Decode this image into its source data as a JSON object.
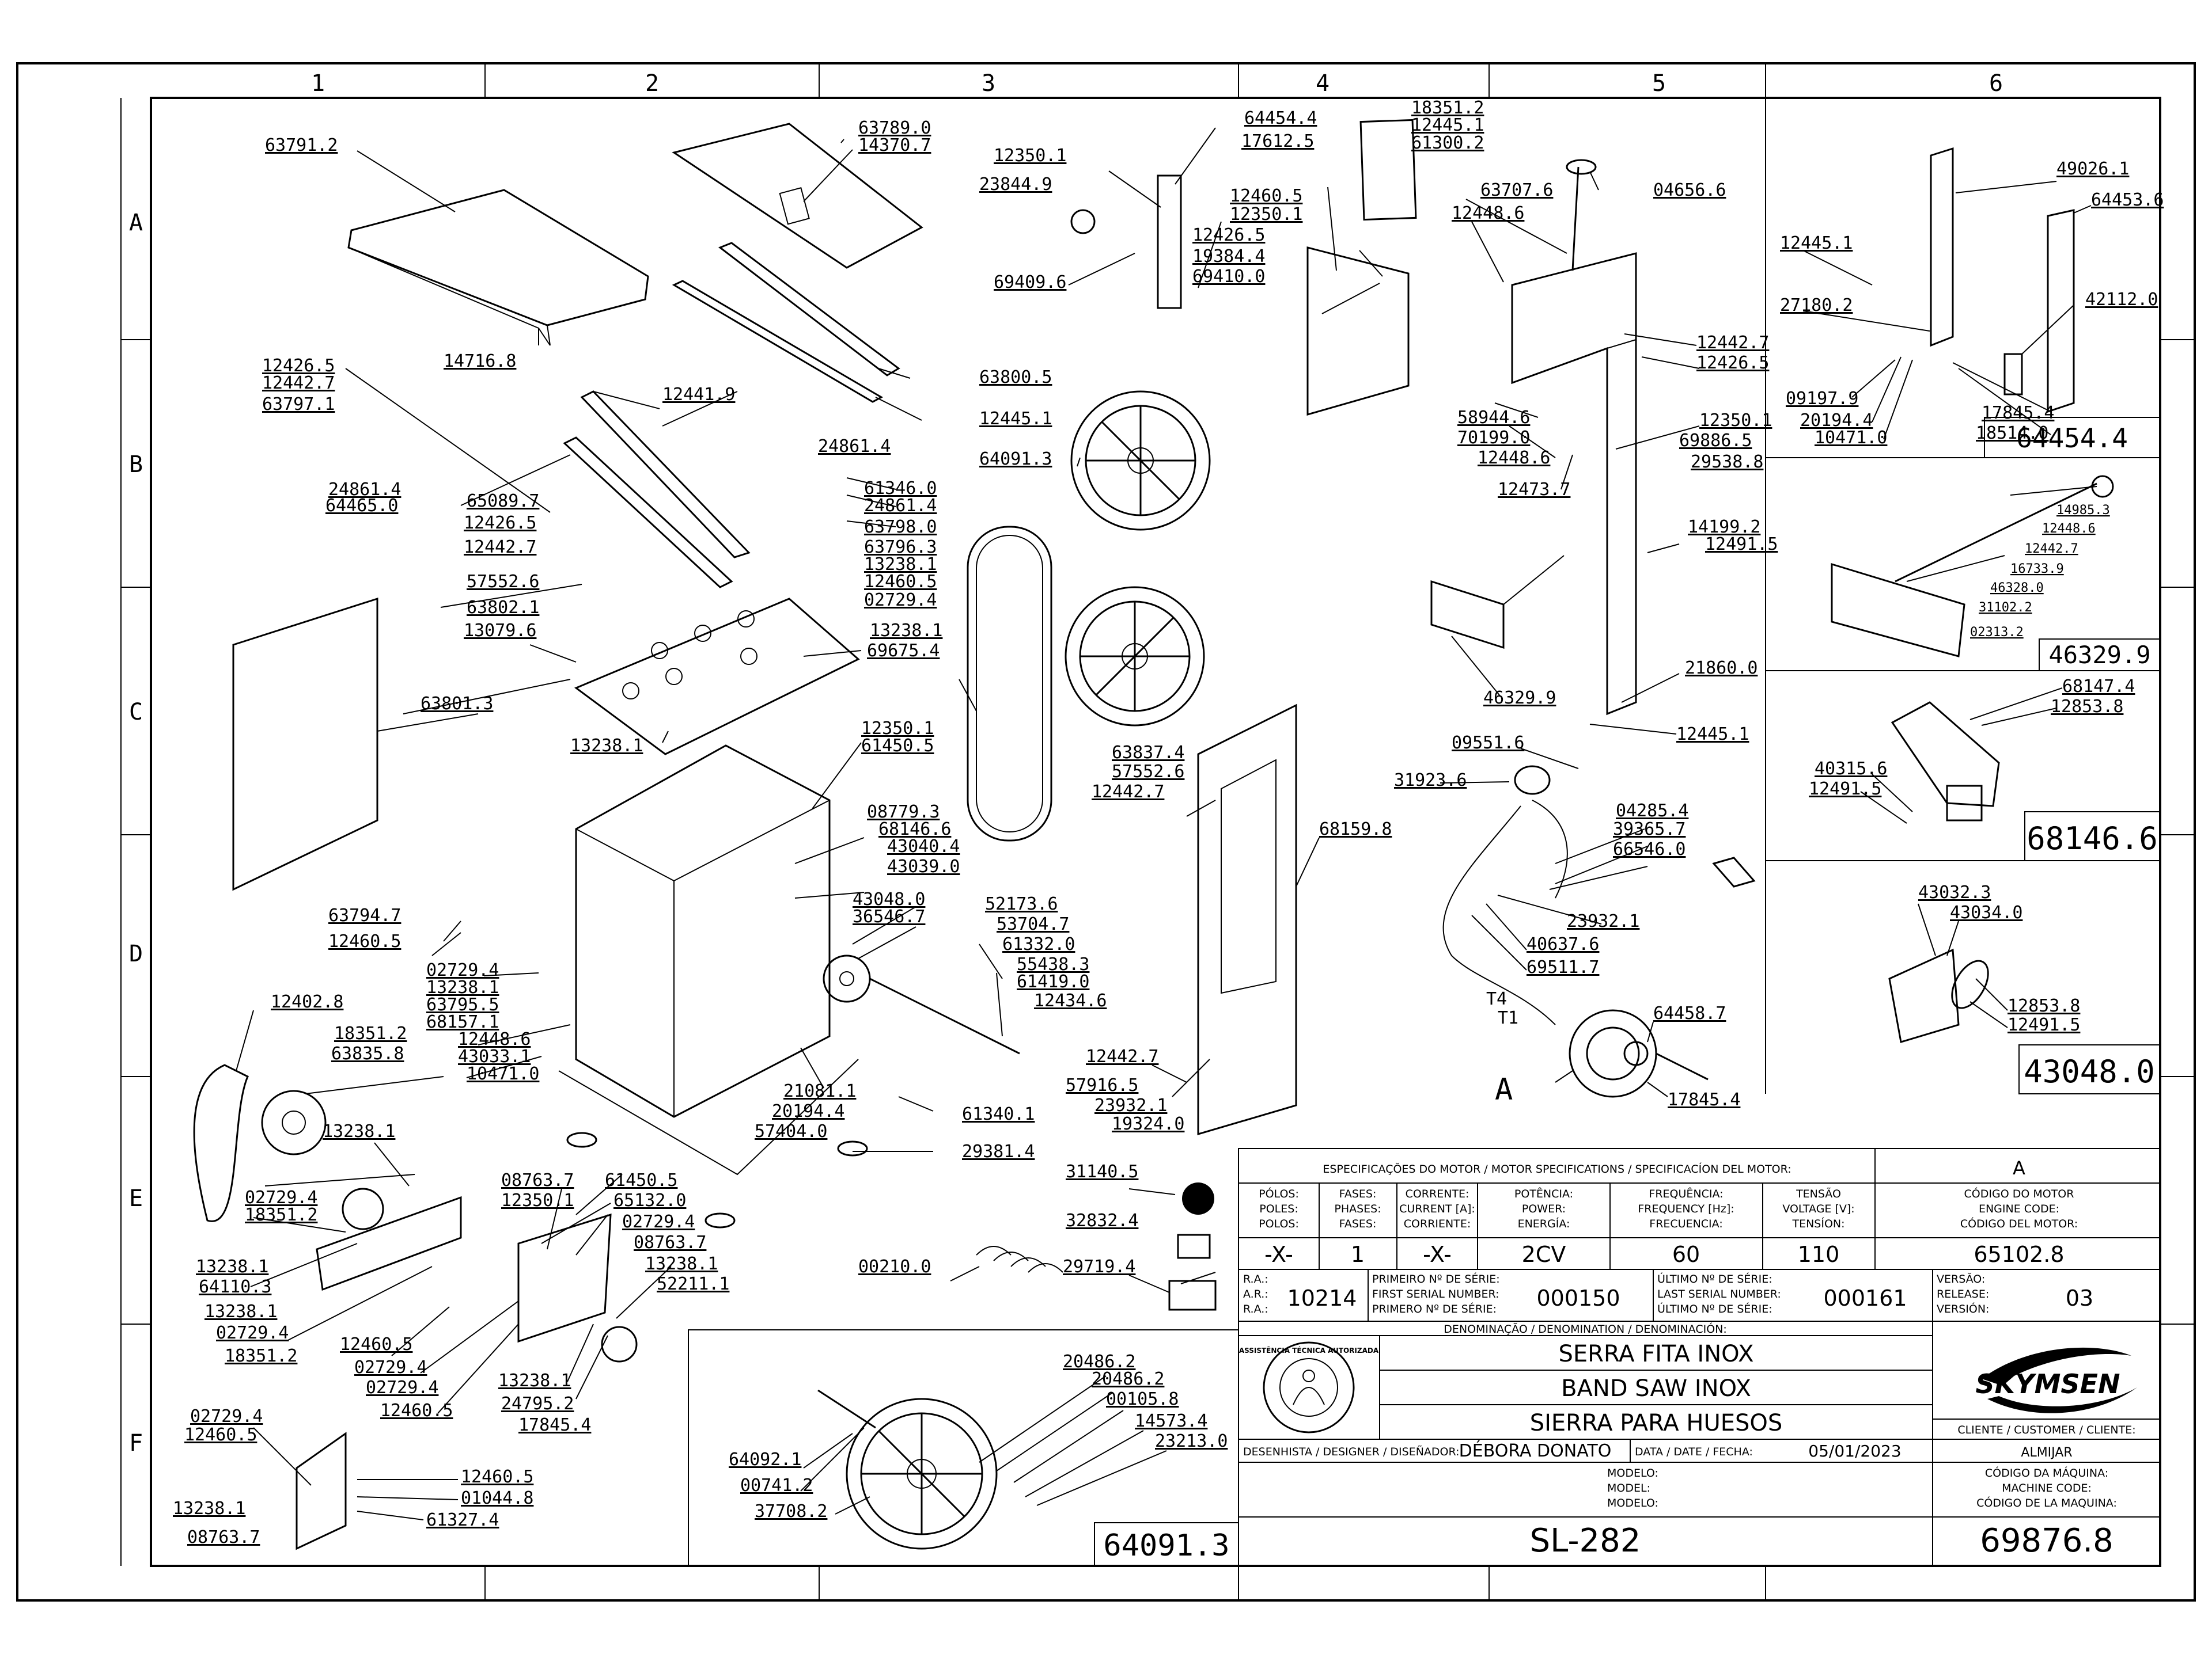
{
  "grid": {
    "columns": [
      "1",
      "2",
      "3",
      "4",
      "5",
      "6"
    ],
    "rows": [
      "A",
      "B",
      "C",
      "D",
      "E",
      "F"
    ]
  },
  "labels": [
    {
      "t": "63791.2"
    },
    {
      "t": "63789.0"
    },
    {
      "t": "14370.7"
    },
    {
      "t": "12426.5"
    },
    {
      "t": "12442.7"
    },
    {
      "t": "63797.1"
    },
    {
      "t": "14716.8"
    },
    {
      "t": "12441.9"
    },
    {
      "t": "63800.5"
    },
    {
      "t": "12445.1"
    },
    {
      "t": "24861.4"
    },
    {
      "t": "24861.4"
    },
    {
      "t": "64465.0"
    },
    {
      "t": "61346.0"
    },
    {
      "t": "24861.4"
    },
    {
      "t": "63798.0"
    },
    {
      "t": "65089.7"
    },
    {
      "t": "12426.5"
    },
    {
      "t": "12442.7"
    },
    {
      "t": "63796.3"
    },
    {
      "t": "13238.1"
    },
    {
      "t": "57552.6"
    },
    {
      "t": "12460.5"
    },
    {
      "t": "63802.1"
    },
    {
      "t": "02729.4"
    },
    {
      "t": "13079.6"
    },
    {
      "t": "13238.1"
    },
    {
      "t": "69675.4"
    },
    {
      "t": "63801.3"
    },
    {
      "t": "13238.1"
    },
    {
      "t": "12350.1"
    },
    {
      "t": "61450.5"
    },
    {
      "t": "08779.3"
    },
    {
      "t": "68146.6"
    },
    {
      "t": "43040.4"
    },
    {
      "t": "43039.0"
    },
    {
      "t": "63794.7"
    },
    {
      "t": "12460.5"
    },
    {
      "t": "43048.0"
    },
    {
      "t": "36546.7"
    },
    {
      "t": "52173.6"
    },
    {
      "t": "53704.7"
    },
    {
      "t": "61332.0"
    },
    {
      "t": "55438.3"
    },
    {
      "t": "61419.0"
    },
    {
      "t": "12434.6"
    },
    {
      "t": "02729.4"
    },
    {
      "t": "13238.1"
    },
    {
      "t": "63795.5"
    },
    {
      "t": "68157.1"
    },
    {
      "t": "12448.6"
    },
    {
      "t": "43033.1"
    },
    {
      "t": "10471.0"
    },
    {
      "t": "12402.8"
    },
    {
      "t": "18351.2"
    },
    {
      "t": "63835.8"
    },
    {
      "t": "21081.1"
    },
    {
      "t": "20194.4"
    },
    {
      "t": "57404.0"
    },
    {
      "t": "61340.1"
    },
    {
      "t": "29381.4"
    },
    {
      "t": "13238.1"
    },
    {
      "t": "02729.4"
    },
    {
      "t": "18351.2"
    },
    {
      "t": "08763.7"
    },
    {
      "t": "12350.1"
    },
    {
      "t": "61450.5"
    },
    {
      "t": "65132.0"
    },
    {
      "t": "02729.4"
    },
    {
      "t": "08763.7"
    },
    {
      "t": "13238.1"
    },
    {
      "t": "52211.1"
    },
    {
      "t": "13238.1"
    },
    {
      "t": "64110.3"
    },
    {
      "t": "13238.1"
    },
    {
      "t": "02729.4"
    },
    {
      "t": "12460.5"
    },
    {
      "t": "18351.2"
    },
    {
      "t": "02729.4"
    },
    {
      "t": "02729.4"
    },
    {
      "t": "12460.5"
    },
    {
      "t": "13238.1"
    },
    {
      "t": "24795.2"
    },
    {
      "t": "17845.4"
    },
    {
      "t": "02729.4"
    },
    {
      "t": "12460.5"
    },
    {
      "t": "12460.5"
    },
    {
      "t": "01044.8"
    },
    {
      "t": "13238.1"
    },
    {
      "t": "61327.4"
    },
    {
      "t": "08763.7"
    },
    {
      "t": "12350.1"
    },
    {
      "t": "23844.9"
    },
    {
      "t": "69409.6"
    },
    {
      "t": "64454.4"
    },
    {
      "t": "17612.5"
    },
    {
      "t": "18351.2"
    },
    {
      "t": "12445.1"
    },
    {
      "t": "61300.2"
    },
    {
      "t": "12460.5"
    },
    {
      "t": "12350.1"
    },
    {
      "t": "12426.5"
    },
    {
      "t": "19384.4"
    },
    {
      "t": "69410.0"
    },
    {
      "t": "64091.3"
    },
    {
      "t": "63837.4"
    },
    {
      "t": "57552.6"
    },
    {
      "t": "12442.7"
    },
    {
      "t": "68159.8"
    },
    {
      "t": "12442.7"
    },
    {
      "t": "57916.5"
    },
    {
      "t": "23932.1"
    },
    {
      "t": "19324.0"
    },
    {
      "t": "31140.5"
    },
    {
      "t": "32832.4"
    },
    {
      "t": "00210.0"
    },
    {
      "t": "29719.4"
    },
    {
      "t": "63707.6"
    },
    {
      "t": "04656.6"
    },
    {
      "t": "12448.6"
    },
    {
      "t": "12442.7"
    },
    {
      "t": "12426.5"
    },
    {
      "t": "58944.6"
    },
    {
      "t": "70199.0"
    },
    {
      "t": "12448.6"
    },
    {
      "t": "12350.1"
    },
    {
      "t": "69886.5"
    },
    {
      "t": "29538.8"
    },
    {
      "t": "12473.7"
    },
    {
      "t": "14199.2"
    },
    {
      "t": "12491.5"
    },
    {
      "t": "46329.9"
    },
    {
      "t": "21860.0"
    },
    {
      "t": "12445.1"
    },
    {
      "t": "09551.6"
    },
    {
      "t": "31923.6"
    },
    {
      "t": "04285.4"
    },
    {
      "t": "39365.7"
    },
    {
      "t": "66546.0"
    },
    {
      "t": "23932.1"
    },
    {
      "t": "40637.6"
    },
    {
      "t": "69511.7"
    },
    {
      "t": "64458.7"
    },
    {
      "t": "17845.4"
    },
    {
      "t": "49026.1"
    },
    {
      "t": "64453.6"
    },
    {
      "t": "12445.1"
    },
    {
      "t": "27180.2"
    },
    {
      "t": "42112.0"
    },
    {
      "t": "09197.9"
    },
    {
      "t": "20194.4"
    },
    {
      "t": "10471.0"
    },
    {
      "t": "17845.4"
    },
    {
      "t": "18514.0"
    },
    {
      "t": "14985.3"
    },
    {
      "t": "12448.6"
    },
    {
      "t": "12442.7"
    },
    {
      "t": "16733.9"
    },
    {
      "t": "46328.0"
    },
    {
      "t": "31102.2"
    },
    {
      "t": "02313.2"
    },
    {
      "t": "68147.4"
    },
    {
      "t": "12853.8"
    },
    {
      "t": "40315.6"
    },
    {
      "t": "12491.5"
    },
    {
      "t": "43032.3"
    },
    {
      "t": "43034.0"
    },
    {
      "t": "12853.8"
    },
    {
      "t": "12491.5"
    },
    {
      "t": "20486.2"
    },
    {
      "t": "20486.2"
    },
    {
      "t": "00105.8"
    },
    {
      "t": "14573.4"
    },
    {
      "t": "23213.0"
    },
    {
      "t": "64092.1"
    },
    {
      "t": "00741.2"
    },
    {
      "t": "37708.2"
    }
  ],
  "marks": {
    "A": "A",
    "T4": "T4",
    "T1": "T1"
  },
  "detail_boxes": [
    "64454.4",
    "46329.9",
    "68146.6",
    "43048.0",
    "64091.3"
  ],
  "title_block": {
    "motor_header": "ESPECIFICAÇÕES DO MOTOR / MOTOR SPECIFICATIONS / SPECIFICACÍON DEL MOTOR:",
    "motor_variant": "A",
    "poles": [
      "PÓLOS:",
      "POLES:",
      "POLOS:"
    ],
    "phases": [
      "FASES:",
      "PHASES:",
      "FASES:"
    ],
    "current": [
      "CORRENTE:",
      "CURRENT [A]:",
      "CORRIENTE:"
    ],
    "power": [
      "POTÊNCIA:",
      "POWER:",
      "ENERGÍA:"
    ],
    "frequency": [
      "FREQUÊNCIA:",
      "FREQUENCY [Hz]:",
      "FRECUENCIA:"
    ],
    "voltage": [
      "TENSÃO",
      "VOLTAGE [V]:",
      "TENSÍON:"
    ],
    "engine_code": [
      "CÓDIGO DO MOTOR",
      "ENGINE CODE:",
      "CÓDIGO DEL MOTOR:"
    ],
    "poles_val": "-X-",
    "phases_val": "1",
    "current_val": "-X-",
    "power_val": "2CV",
    "frequency_val": "60",
    "voltage_val": "110",
    "engine_code_val": "65102.8",
    "ra_labels": [
      "R.A.:",
      "A.R.:",
      "R.A.:"
    ],
    "ra_val": "10214",
    "first_serial_labels": [
      "PRIMEIRO Nº DE SÉRIE:",
      "FIRST SERIAL NUMBER:",
      "PRIMERO Nº DE SÉRIE:"
    ],
    "first_serial_val": "000150",
    "last_serial_labels": [
      "ÚLTIMO Nº DE SÉRIE:",
      "LAST SERIAL NUMBER:",
      "ÚLTIMO Nº DE SÉRIE:"
    ],
    "last_serial_val": "000161",
    "version_labels": [
      "VERSÃO:",
      "RELEASE:",
      "VERSIÓN:"
    ],
    "version_val": "03",
    "denomination_header": "DENOMINAÇÃO / DENOMINATION / DENOMINACIÓN:",
    "name_pt": "SERRA FITA INOX",
    "name_en": "BAND SAW INOX",
    "name_es": "SIERRA PARA HUESOS",
    "seal_text": "ASSISTÊNCIA TÉCNICA AUTORIZADA",
    "brand": "SKYMSEN",
    "client_label": "CLIENTE / CUSTOMER / CLIENTE:",
    "client_val": "ALMIJAR",
    "designer_label": "DESENHISTA / DESIGNER / DISEÑADOR:",
    "designer_val": "DÉBORA DONATO",
    "date_label": "DATA / DATE / FECHA:",
    "date_val": "05/01/2023",
    "model_labels": [
      "MODELO:",
      "MODEL:",
      "MODELO:"
    ],
    "model_val": "SL-282",
    "machine_code_labels": [
      "CÓDIGO DA MÁQUINA:",
      "MACHINE CODE:",
      "CÓDIGO DE LA MAQUINA:"
    ],
    "machine_code_val": "69876.8"
  }
}
